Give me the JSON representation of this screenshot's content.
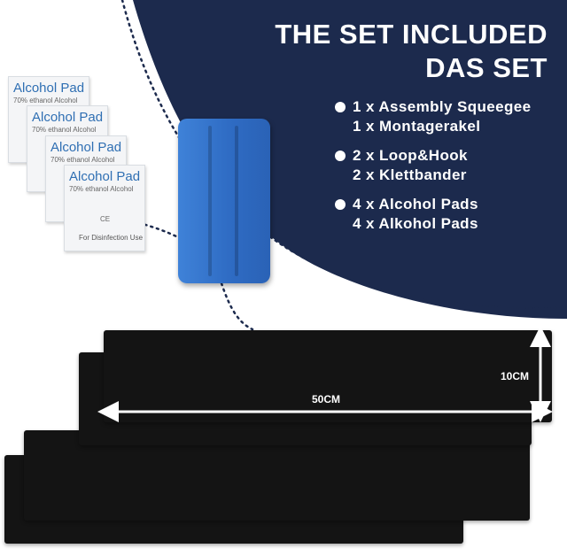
{
  "header": {
    "title_line1": "THE SET INCLUDED",
    "title_line2": "DAS SET"
  },
  "items": [
    {
      "line1": "1 x Assembly Squeegee",
      "line2": "1 x Montagerakel"
    },
    {
      "line1": "2 x Loop&Hook",
      "line2": "2 x Klettbander"
    },
    {
      "line1": "4 x Alcohol Pads",
      "line2": "4 x Alkohol Pads"
    }
  ],
  "alcohol_pad": {
    "title": "Alcohol Pad",
    "subtitle": "70% ethanol Alcohol",
    "mark": "CE",
    "footer": "For Disinfection Use"
  },
  "dimensions": {
    "length": "50CM",
    "width": "10CM"
  },
  "colors": {
    "navy": "#1c2a4d",
    "squeegee_blue": "#3576cf",
    "strip_black": "#141414",
    "pad_text_blue": "#2f6fb3"
  }
}
